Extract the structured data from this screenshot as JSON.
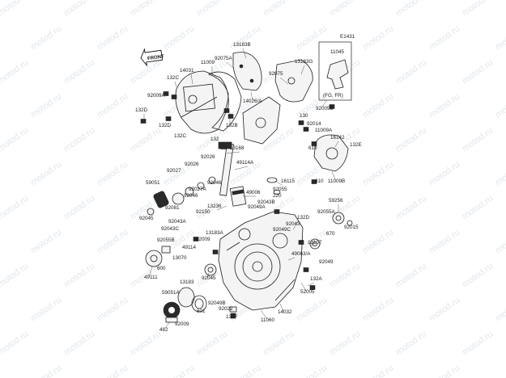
{
  "diagram_id": "E1431",
  "front_mark": "FRONT",
  "inset_note": "(FG, FR)",
  "watermark_text": "motod.ru",
  "labels": [
    {
      "id": "l1",
      "text": "13183B"
    },
    {
      "id": "l2",
      "text": "92075A"
    },
    {
      "id": "l3",
      "text": "11009"
    },
    {
      "id": "l4",
      "text": "14031"
    },
    {
      "id": "l5",
      "text": "132C"
    },
    {
      "id": "l6",
      "text": "92009A"
    },
    {
      "id": "l7",
      "text": "132D"
    },
    {
      "id": "l8",
      "text": "132D"
    },
    {
      "id": "l9",
      "text": "132C"
    },
    {
      "id": "l10",
      "text": "14026/A"
    },
    {
      "id": "l11",
      "text": "132B"
    },
    {
      "id": "l12",
      "text": "92075"
    },
    {
      "id": "l13",
      "text": "13183G"
    },
    {
      "id": "l14",
      "text": "11045"
    },
    {
      "id": "l15",
      "text": "92009B"
    },
    {
      "id": "l16",
      "text": "130"
    },
    {
      "id": "l17",
      "text": "92014"
    },
    {
      "id": "l18",
      "text": "11009A"
    },
    {
      "id": "l19",
      "text": "16142"
    },
    {
      "id": "l20",
      "text": "132E"
    },
    {
      "id": "l21",
      "text": "610"
    },
    {
      "id": "l22",
      "text": "11009B"
    },
    {
      "id": "l23",
      "text": "610"
    },
    {
      "id": "l24",
      "text": "132"
    },
    {
      "id": "l25",
      "text": "13168"
    },
    {
      "id": "l26",
      "text": "92026"
    },
    {
      "id": "l27",
      "text": "92026"
    },
    {
      "id": "l28",
      "text": "92027"
    },
    {
      "id": "l29",
      "text": "59051"
    },
    {
      "id": "l30",
      "text": "92046"
    },
    {
      "id": "l31",
      "text": "92027A"
    },
    {
      "id": "l32",
      "text": "92046"
    },
    {
      "id": "l33",
      "text": "49114A"
    },
    {
      "id": "l34",
      "text": "92081"
    },
    {
      "id": "l35",
      "text": "49006"
    },
    {
      "id": "l36",
      "text": "16115"
    },
    {
      "id": "l37",
      "text": "92055"
    },
    {
      "id": "l38",
      "text": "220"
    },
    {
      "id": "l39",
      "text": "92043B"
    },
    {
      "id": "l40",
      "text": "92049A"
    },
    {
      "id": "l41",
      "text": "59256"
    },
    {
      "id": "l42",
      "text": "92045"
    },
    {
      "id": "l43",
      "text": "13236"
    },
    {
      "id": "l44",
      "text": "92150"
    },
    {
      "id": "l45",
      "text": "92043A"
    },
    {
      "id": "l46",
      "text": "92043C"
    },
    {
      "id": "l47",
      "text": "13183A"
    },
    {
      "id": "l48",
      "text": "92055B"
    },
    {
      "id": "l49",
      "text": "92009"
    },
    {
      "id": "l50",
      "text": "49114"
    },
    {
      "id": "l51",
      "text": "132D"
    },
    {
      "id": "l52",
      "text": "92043"
    },
    {
      "id": "l53",
      "text": "92049C"
    },
    {
      "id": "l54",
      "text": "92055A"
    },
    {
      "id": "l55",
      "text": "92015"
    },
    {
      "id": "l56",
      "text": "670"
    },
    {
      "id": "l57",
      "text": "13107"
    },
    {
      "id": "l58",
      "text": "13070"
    },
    {
      "id": "l59",
      "text": "49063/A"
    },
    {
      "id": "l60",
      "text": "92049"
    },
    {
      "id": "l61",
      "text": "600"
    },
    {
      "id": "l62",
      "text": "49111"
    },
    {
      "id": "l63",
      "text": "92045"
    },
    {
      "id": "l64",
      "text": "13183"
    },
    {
      "id": "l65",
      "text": "132A"
    },
    {
      "id": "l66",
      "text": "52005"
    },
    {
      "id": "l67",
      "text": "59051A"
    },
    {
      "id": "l68",
      "text": "601"
    },
    {
      "id": "l69",
      "text": "92049B"
    },
    {
      "id": "l70",
      "text": "92022"
    },
    {
      "id": "l71",
      "text": "132F"
    },
    {
      "id": "l72",
      "text": "14032"
    },
    {
      "id": "l73",
      "text": "482"
    },
    {
      "id": "l74",
      "text": "92009"
    },
    {
      "id": "l75",
      "text": "11060"
    }
  ]
}
